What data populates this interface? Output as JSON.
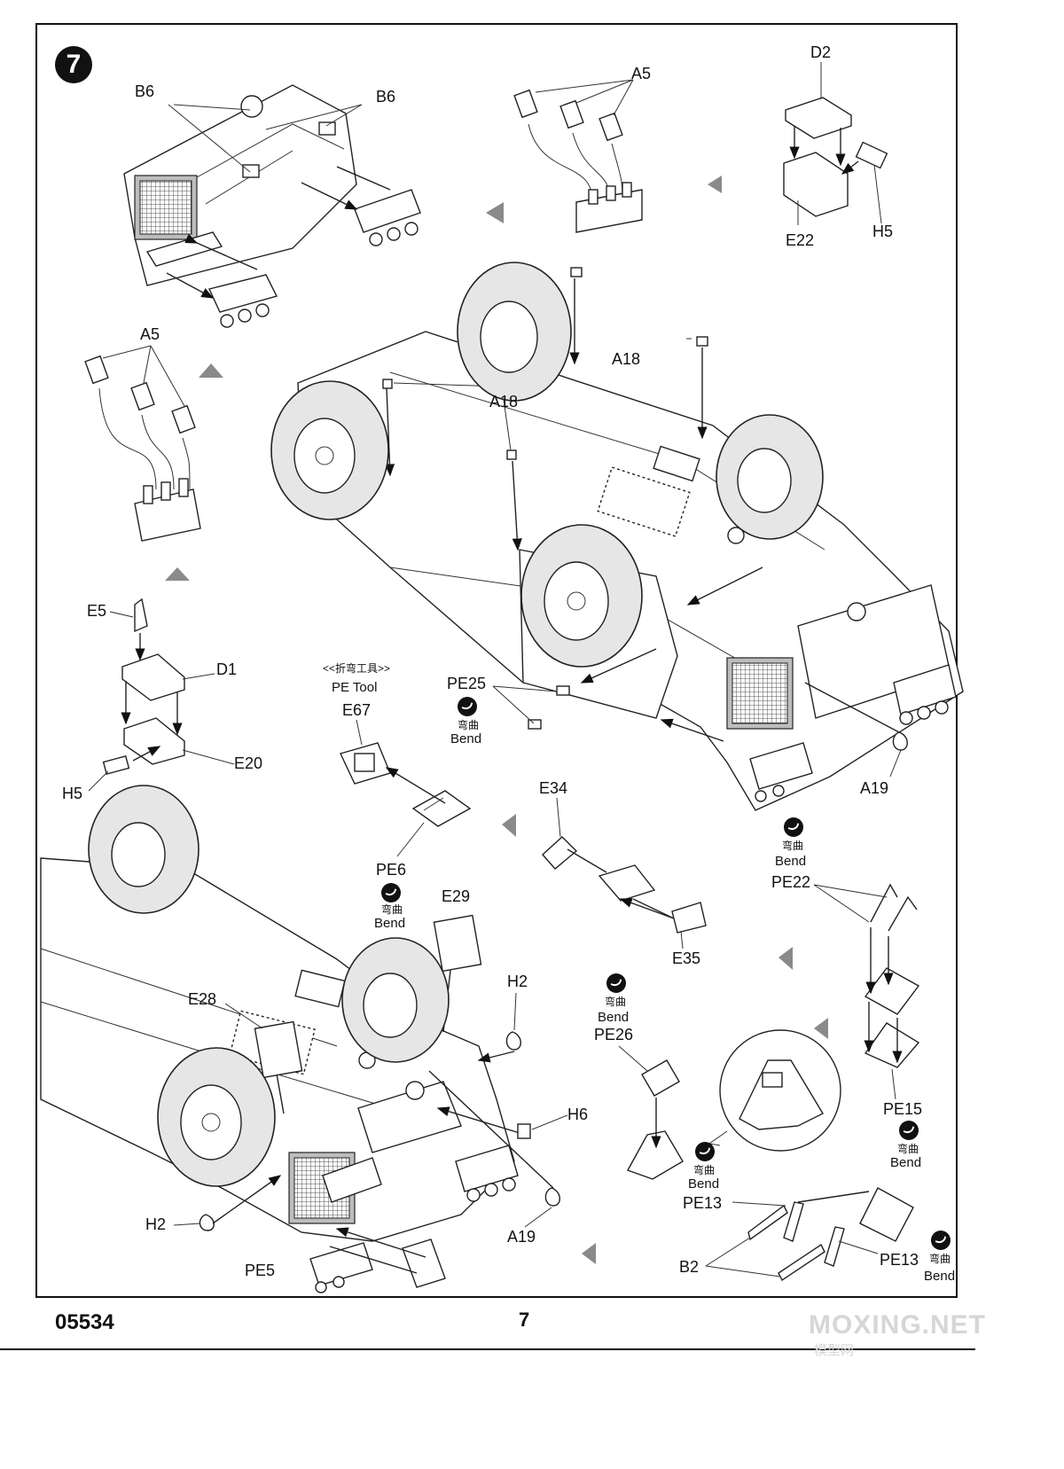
{
  "step": {
    "number": "7"
  },
  "tool": {
    "cn": "<<折弯工具>>",
    "en": "PE Tool"
  },
  "bend": {
    "cn": "弯曲",
    "en": "Bend"
  },
  "parts": {
    "B6a": "B6",
    "B6b": "B6",
    "A5a": "A5",
    "A5b": "A5",
    "D2": "D2",
    "E22": "E22",
    "H5a": "H5",
    "H5b": "H5",
    "A18a": "A18",
    "A18b": "A18",
    "E5": "E5",
    "D1": "D1",
    "E20": "E20",
    "E67": "E67",
    "PE25": "PE25",
    "PE6": "PE6",
    "E34": "E34",
    "E35": "E35",
    "A19a": "A19",
    "A19b": "A19",
    "PE22": "PE22",
    "PE15": "PE15",
    "E29": "E29",
    "E28": "E28",
    "H2a": "H2",
    "H2b": "H2",
    "H6": "H6",
    "PE26": "PE26",
    "PE13a": "PE13",
    "PE13b": "PE13",
    "B2": "B2",
    "PE5": "PE5"
  },
  "footer": {
    "code": "05534",
    "page": "7"
  },
  "watermark": {
    "text": "MOXING.NET",
    "sub": "模型网"
  },
  "wheels": [
    {
      "name": "top-vehicle-rear-left-wheel"
    },
    {
      "name": "top-vehicle-rear-right-wheel"
    },
    {
      "name": "top-vehicle-front-left-wheel"
    },
    {
      "name": "top-vehicle-front-right-wheel"
    },
    {
      "name": "bottom-vehicle-rear-wheel"
    },
    {
      "name": "bottom-vehicle-mid-wheel"
    },
    {
      "name": "bottom-vehicle-front-wheel"
    }
  ]
}
